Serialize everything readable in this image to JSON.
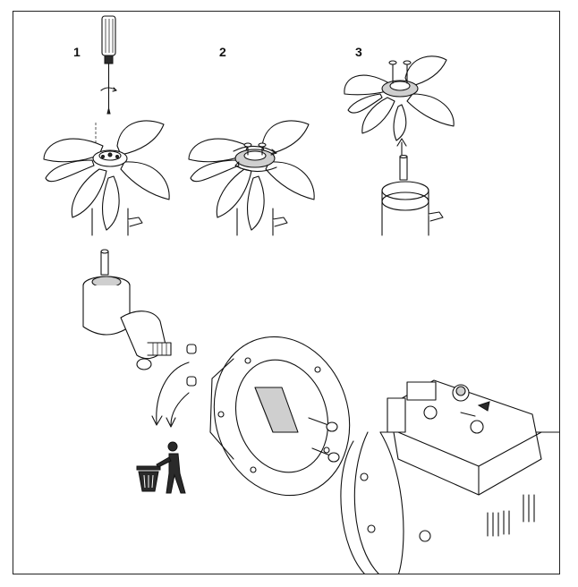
{
  "steps": [
    {
      "number": "1"
    },
    {
      "number": "2"
    },
    {
      "number": "3"
    }
  ],
  "icons": {
    "screwdriver": "screwdriver-icon",
    "trash": "trash-bin-icon",
    "person": "person-disposing-icon"
  }
}
